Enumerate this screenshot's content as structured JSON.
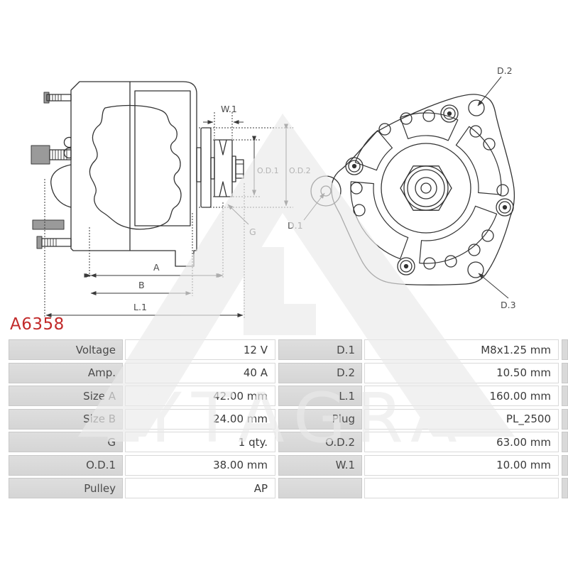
{
  "part_number": "A6358",
  "accent_color": "#c22a2a",
  "watermark": {
    "text": "LYTAGRA"
  },
  "drawing": {
    "labels": {
      "w1": "W.1",
      "od1": "O.D.1",
      "od2": "O.D.2",
      "g": "G",
      "a": "A",
      "b": "B",
      "l1": "L.1",
      "d1": "D.1",
      "d2": "D.2",
      "d3": "D.3"
    }
  },
  "specs": {
    "left": [
      {
        "label": "Voltage",
        "value": "12 V"
      },
      {
        "label": "Amp.",
        "value": "40 A"
      },
      {
        "label": "Size A",
        "value": "42.00 mm"
      },
      {
        "label": "Size B",
        "value": "24.00 mm"
      },
      {
        "label": "G",
        "value": "1 qty."
      },
      {
        "label": "O.D.1",
        "value": "38.00 mm"
      },
      {
        "label": "Pulley",
        "value": "AP"
      }
    ],
    "right": [
      {
        "label": "D.1",
        "value": "M8x1.25 mm"
      },
      {
        "label": "D.2",
        "value": "10.50 mm"
      },
      {
        "label": "L.1",
        "value": "160.00 mm"
      },
      {
        "label": "Plug",
        "value": "PL_2500"
      },
      {
        "label": "O.D.2",
        "value": "63.00 mm"
      },
      {
        "label": "W.1",
        "value": "10.00 mm"
      },
      {
        "label": "",
        "value": ""
      }
    ]
  }
}
